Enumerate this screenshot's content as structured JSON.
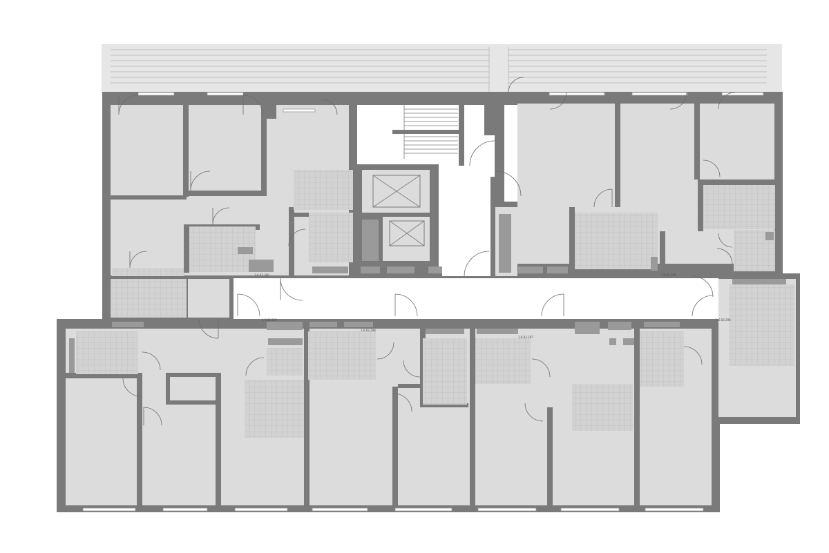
{
  "colors": {
    "wall": "#7a7a7a",
    "floor": "#dcdcdc",
    "corridor": "#ffffff",
    "tile": "#d2d2d2",
    "tile_grid": "#b8b8b8",
    "balcony": "#e6e6e6",
    "balcony_lines": "#bdbdbd",
    "fixture": "#9a9a9a",
    "background": "#ffffff"
  },
  "unit_labels": [
    {
      "id": "north-left",
      "text": "1-6.02.300"
    },
    {
      "id": "north-right",
      "text": "1-6.02.295"
    },
    {
      "id": "south-1",
      "text": "1-6.02.299"
    },
    {
      "id": "south-2",
      "text": "1-6.02.298"
    },
    {
      "id": "south-3",
      "text": "1-6.02.297"
    },
    {
      "id": "south-4",
      "text": "1-6.02.296"
    }
  ]
}
